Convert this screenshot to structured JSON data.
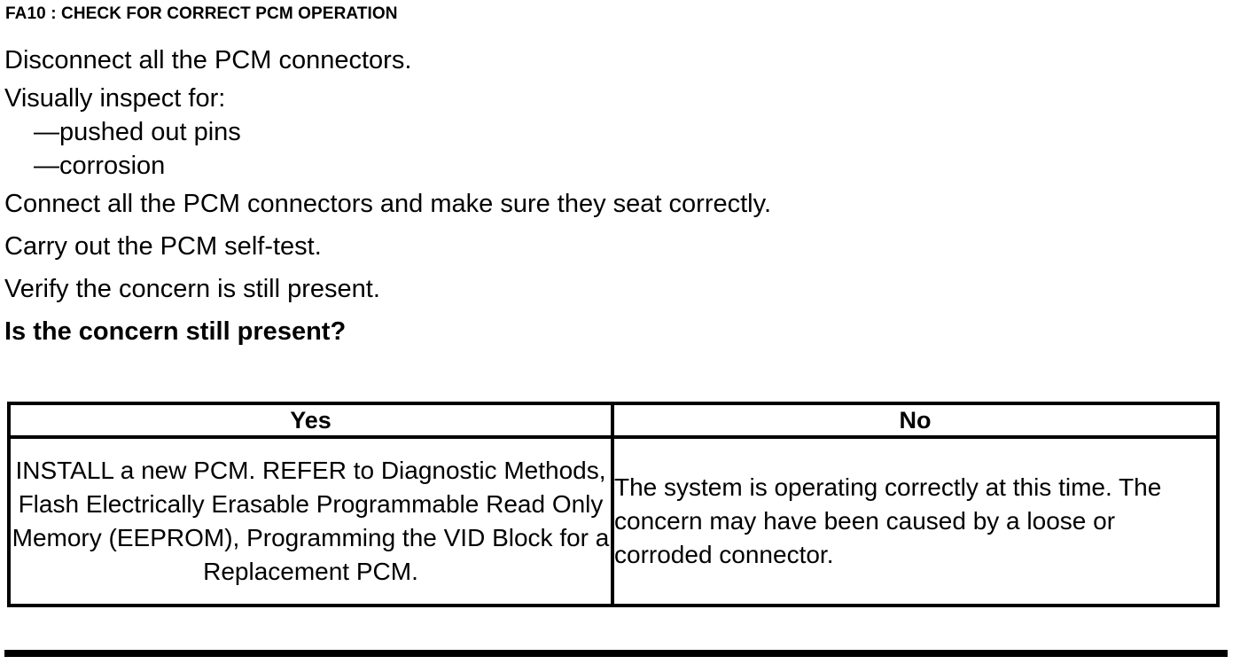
{
  "document": {
    "test_title": "FA10 : CHECK FOR CORRECT PCM OPERATION",
    "steps": [
      "Disconnect all the PCM connectors.",
      "Visually inspect for:",
      "—pushed out pins",
      "—corrosion",
      "Connect all the PCM connectors and make sure they seat correctly.",
      "Carry out the PCM self-test.",
      "Verify the concern is still present.",
      "Is the concern still present?"
    ],
    "step_0": "Disconnect all the PCM connectors.",
    "step_1": "Visually inspect for:",
    "step_2": "—pushed out pins",
    "step_3": "—corrosion",
    "step_4": "Connect all the PCM connectors and make sure they seat correctly.",
    "step_5": "Carry out the PCM self-test.",
    "step_6": "Verify the concern is still present.",
    "question": "Is the concern still present?"
  },
  "decision_table": {
    "headers": {
      "yes": "Yes",
      "no": "No"
    },
    "rows": [
      {
        "yes": "INSTALL a new PCM. REFER to Diagnostic Methods, Flash Electrically Erasable Programmable Read Only Memory (EEPROM), Programming the VID Block for a Replacement PCM.",
        "no": "The system is operating correctly at this time. The concern may have been caused by a loose or corroded connector."
      }
    ],
    "yes_action": "INSTALL a new PCM. REFER to Diagnostic Methods, Flash Electrically Erasable Programmable Read Only Memory (EEPROM), Programming the VID Block for a Replacement PCM.",
    "no_action": "The system is operating correctly at this time. The concern may have been caused by a loose or corroded connector."
  },
  "colors": {
    "ink": "#000000",
    "paper": "#ffffff"
  }
}
